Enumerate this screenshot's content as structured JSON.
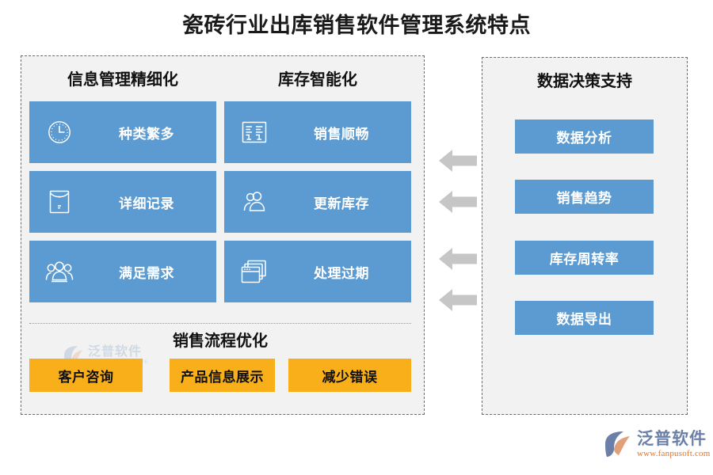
{
  "page": {
    "title": "瓷砖行业出库销售软件管理系统特点",
    "background_color": "#ffffff"
  },
  "colors": {
    "card_blue": "#5b9bd1",
    "pill_orange": "#f8af1a",
    "panel_fill": "#f2f2f2",
    "panel_border": "#6b6b6b",
    "arrow_gray": "#c6c6c6",
    "title_text": "#1a1a1a"
  },
  "left_panel": {
    "columns": [
      {
        "heading": "信息管理精细化"
      },
      {
        "heading": "库存智能化"
      }
    ],
    "cards": [
      {
        "label": "种类繁多",
        "icon": "clock-icon",
        "col": 1,
        "row": 1
      },
      {
        "label": "销售顺畅",
        "icon": "report-icon",
        "col": 2,
        "row": 1
      },
      {
        "label": "详细记录",
        "icon": "envelope-icon",
        "col": 1,
        "row": 2
      },
      {
        "label": "更新库存",
        "icon": "two-persons-icon",
        "col": 2,
        "row": 2
      },
      {
        "label": "满足需求",
        "icon": "people-group-icon",
        "col": 1,
        "row": 3
      },
      {
        "label": "处理过期",
        "icon": "windows-stack-icon",
        "col": 2,
        "row": 3
      }
    ],
    "bottom_section": {
      "heading": "销售流程优化",
      "pills": [
        {
          "label": "客户咨询"
        },
        {
          "label": "产品信息展示"
        },
        {
          "label": "减少错误"
        }
      ]
    },
    "watermark": {
      "main": "泛普软件",
      "sub": "FANPU SOFTWARE"
    }
  },
  "right_panel": {
    "heading": "数据决策支持",
    "buttons": [
      {
        "label": "数据分析"
      },
      {
        "label": "销售趋势"
      },
      {
        "label": "库存周转率"
      },
      {
        "label": "数据导出"
      }
    ]
  },
  "connectors": {
    "arrows": [
      {
        "direction": "left"
      },
      {
        "direction": "left"
      },
      {
        "direction": "left"
      },
      {
        "direction": "left"
      }
    ]
  },
  "brand": {
    "name": "泛普软件",
    "url": "www.fanpusoft.com"
  }
}
